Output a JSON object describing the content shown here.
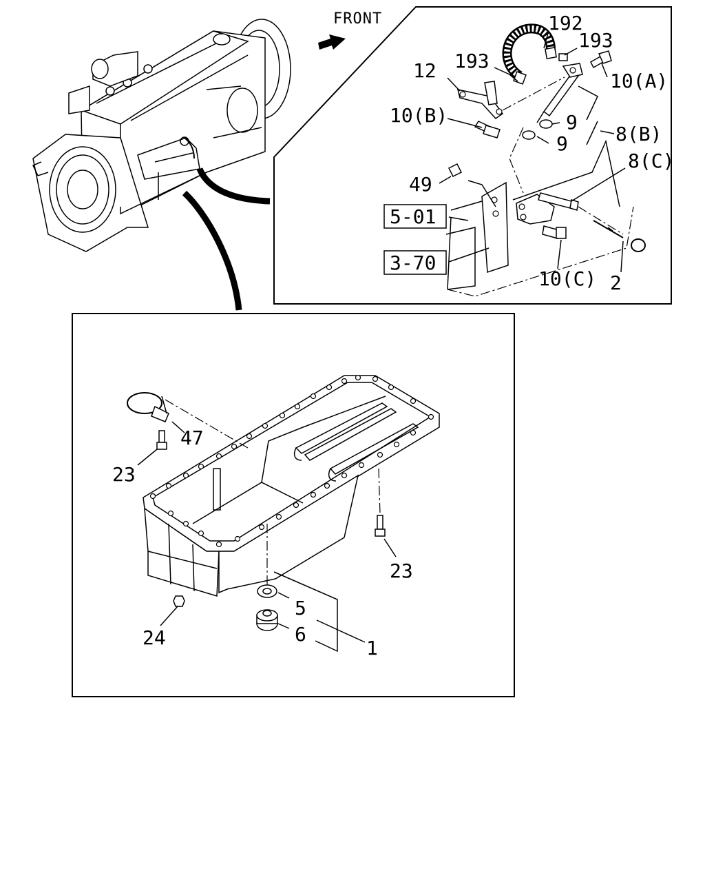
{
  "direction": {
    "text": "FRONT"
  },
  "detail_labels": {
    "p192": "192",
    "p193a": "193",
    "p193b": "193",
    "p12": "12",
    "p10a": "10(A)",
    "p10b": "10(B)",
    "p9a": "9",
    "p9b": "9",
    "p8b": "8(B)",
    "p8c": "8(C)",
    "p49": "49",
    "ref501": "5-01",
    "ref370": "3-70",
    "p10c": "10(C)",
    "p2": "2"
  },
  "pan_labels": {
    "p47": "47",
    "p23a": "23",
    "p23b": "23",
    "p5": "5",
    "p6": "6",
    "p24": "24",
    "p1": "1"
  }
}
